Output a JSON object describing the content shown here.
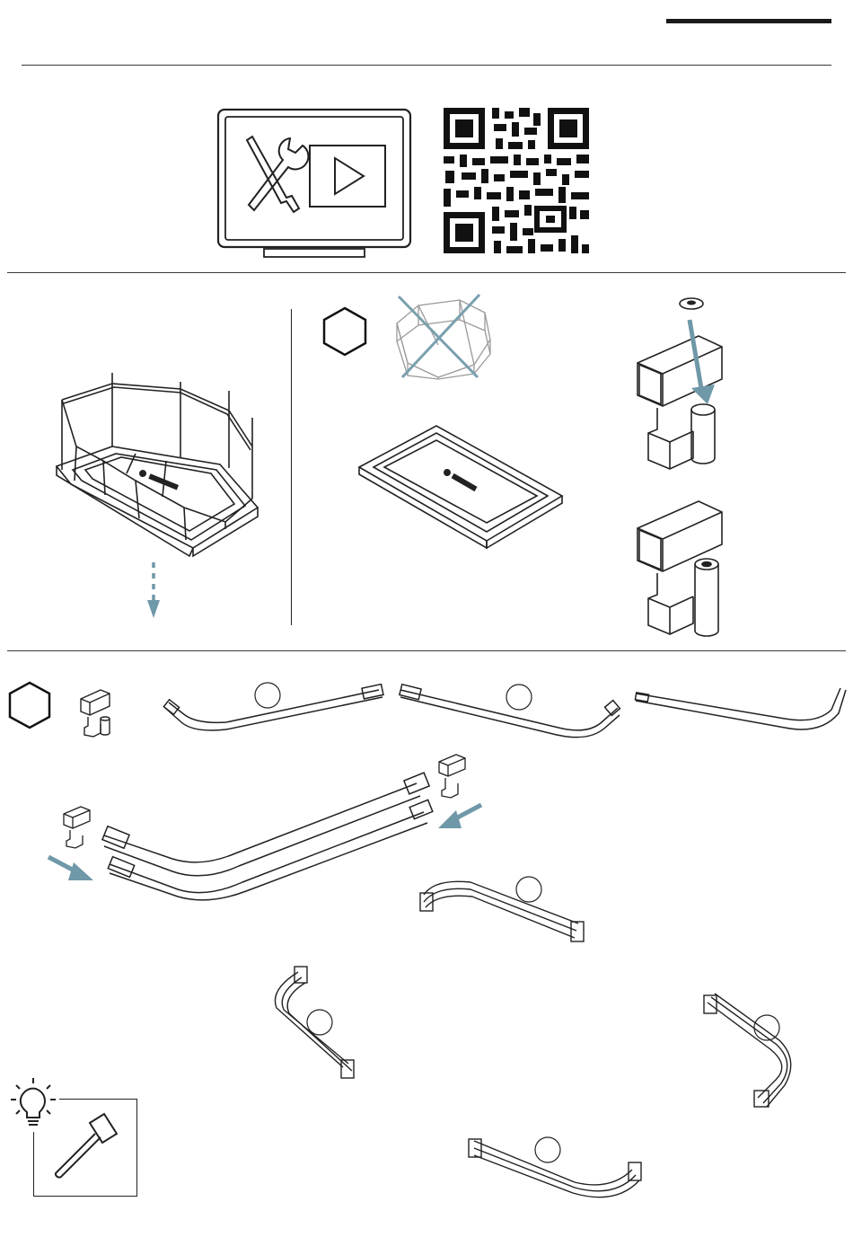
{
  "page": {
    "type": "assembly-instructions",
    "colors": {
      "line": "#222222",
      "accent": "#6f98a8",
      "cross": "#7aa0ae",
      "ghost": "#9a9a9a"
    }
  },
  "header": {
    "icons": [
      "video-tools-monitor-icon",
      "qr-code"
    ]
  },
  "step_removal": {
    "icons": [
      "hexagon-step-marker",
      "crossed-out-net-enclosure",
      "trampoline-with-enclosure",
      "down-arrow",
      "trampoline-base",
      "cap-insertion-detail"
    ]
  },
  "step_frame": {
    "icons": [
      "hexagon-step-marker",
      "t-connector-part",
      "curved-tube-a",
      "curved-tube-b",
      "curved-tube-c",
      "double-curved-tube",
      "frame-subassembly"
    ],
    "tip": {
      "icons": [
        "lightbulb-icon",
        "mallet-icon"
      ]
    }
  }
}
